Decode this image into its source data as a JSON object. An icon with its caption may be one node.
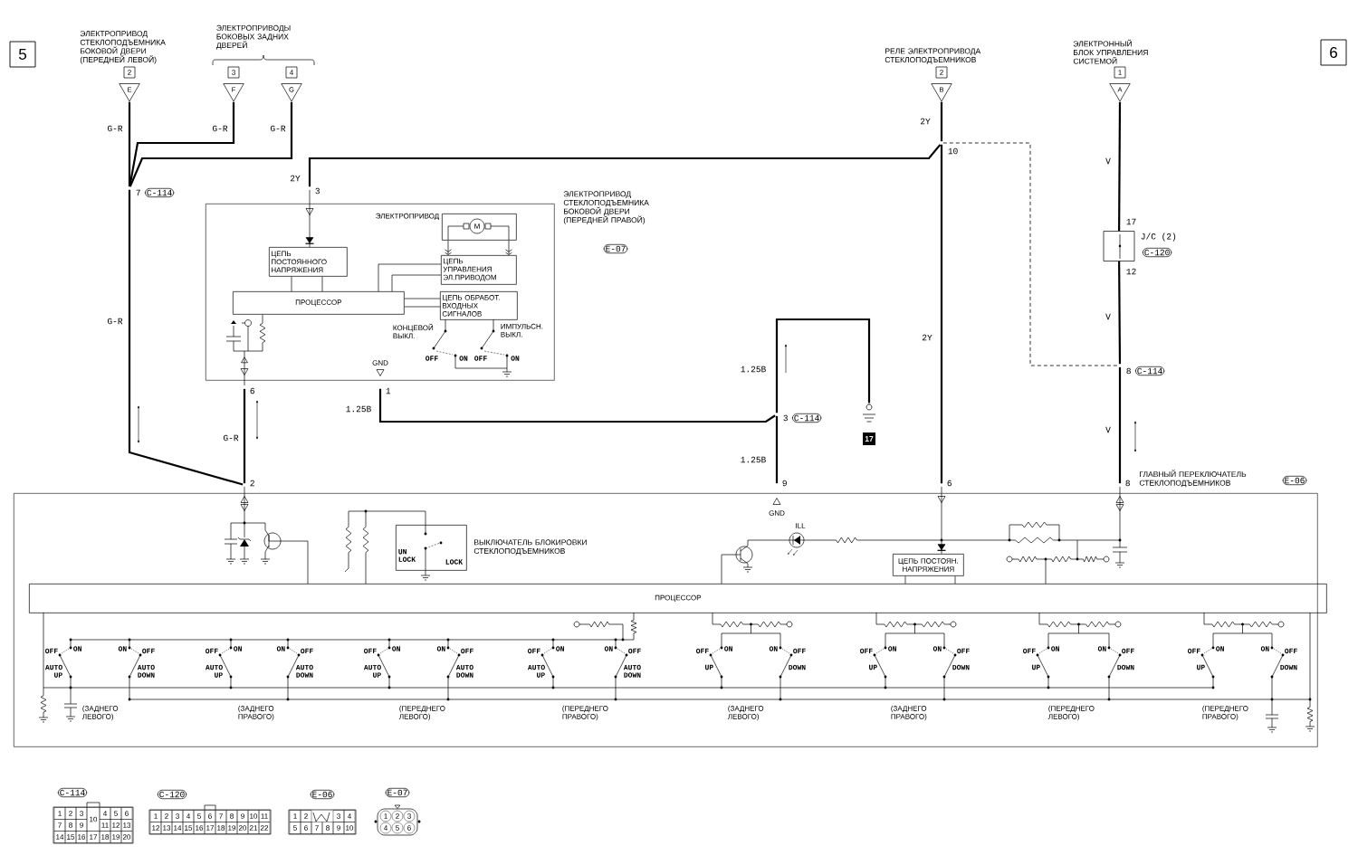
{
  "diagram": {
    "nodes": [
      {
        "text": [
          "5"
        ]
      },
      {
        "text": [
          "6"
        ]
      },
      {
        "text": [
          "ЭЛЕКТРОПРИВОД СТЕКЛОПОДЪЕМНИКА БОКОВОЙ ДВЕРИ (ПЕРЕДНЕЙ ЛЕВОЙ)",
          "2",
          "E"
        ]
      },
      {
        "text": [
          "3",
          "F"
        ]
      },
      {
        "text": [
          "4",
          "G"
        ]
      },
      {
        "text": [
          "РЕЛЕ ЭЛЕКТРОПРИВОДА СТЕКЛОПОДЪЕМНИКОВ",
          "2",
          "B"
        ]
      },
      {
        "text": [
          "ЭЛЕКТРОННЫЙ БЛОК УПРАВЛЕНИЯ СИСТЕМОЙ",
          "1",
          "A"
        ]
      },
      {
        "text": [
          "7",
          "C-114"
        ]
      },
      {
        "text": [
          "10"
        ]
      },
      {
        "text": [
          "ЭЛЕКТРОПРИВОД СТЕКЛОПОДЪЕМНИКА БОКОВОЙ ДВЕРИ (ПЕРЕДНЕЙ ПРАВОЙ)",
          "E-07"
        ]
      },
      {
        "text": [
          "3"
        ]
      },
      {
        "text": [
          "ЭЛЕКТРОПРИВОД",
          "M"
        ],
        "in": 9
      },
      {
        "text": [
          "ЦЕПЬ ПОСТОЯННОГО НАПРЯЖЕНИЯ"
        ],
        "in": 9
      },
      {
        "text": [
          "ЦЕПЬ УПРАВЛЕНИЯ ЭЛ.ПРИВОДОМ"
        ],
        "in": 9
      },
      {
        "text": [
          "ПРОЦЕССОР"
        ],
        "in": 9
      },
      {
        "text": [
          "ЦЕПЬ ОБРАБОТ. ВХОДНЫХ СИГНАЛОВ"
        ],
        "in": 9
      },
      {
        "text": [
          "6"
        ]
      },
      {
        "text": [
          "1"
        ]
      },
      {
        "text": [
          "J/C (2)",
          "C-120"
        ],
        "beside": [
          "17",
          "12"
        ]
      },
      {
        "text": [
          "8",
          "C-114"
        ]
      },
      {
        "text": [
          "3",
          "C-114"
        ]
      },
      {
        "text": [
          "17"
        ]
      },
      {
        "text": [
          "ГЛАВНЫЙ ПЕРЕКЛЮЧАТЕЛЬ СТЕКЛОПОДЪЕМНИКОВ",
          "E-06"
        ]
      },
      {
        "text": [
          "2"
        ]
      },
      {
        "text": [
          "9"
        ]
      },
      {
        "text": [
          "6"
        ]
      },
      {
        "text": [
          "8"
        ]
      },
      {
        "text": [
          "ВЫКЛЮЧАТЕЛЬ БЛОКИРОВКИ СТЕКЛОПОДЪЕМНИКОВ",
          "UN LOCK",
          "LOCK"
        ],
        "in": 22
      },
      {
        "text": [
          "ЦЕПЬ ПОСТОЯН. НАПРЯЖЕНИЯ"
        ],
        "in": 22
      },
      {
        "text": [
          "ПРОЦЕССОР"
        ],
        "in": 22
      }
    ],
    "edges": [
      {
        "from": 2,
        "to": 7,
        "arrow": "none",
        "label": "G-R"
      },
      {
        "from": 3,
        "to": 7,
        "arrow": "none",
        "label": "G-R"
      },
      {
        "from": 4,
        "to": 7,
        "arrow": "none",
        "label": "G-R"
      },
      {
        "from": 7,
        "to": 23,
        "arrow": "none",
        "label": "G-R"
      },
      {
        "from": 16,
        "to": 23,
        "arrow": "none",
        "label": "G-R"
      },
      {
        "from": 5,
        "to": 8,
        "arrow": "none",
        "label": "2Y"
      },
      {
        "from": 8,
        "to": 10,
        "arrow": "none",
        "label": "2Y"
      },
      {
        "from": 8,
        "to": 25,
        "arrow": "none",
        "label": "2Y"
      },
      {
        "from": 8,
        "to": 19,
        "arrow": "none",
        "style": "dashed"
      },
      {
        "from": 6,
        "to": 18,
        "arrow": "none",
        "label": "V"
      },
      {
        "from": 18,
        "to": 19,
        "arrow": "none",
        "label": "V"
      },
      {
        "from": 19,
        "to": 26,
        "arrow": "none",
        "label": "V"
      },
      {
        "from": 17,
        "to": 20,
        "arrow": "none",
        "label": "1.25B"
      },
      {
        "from": 20,
        "to": 21,
        "arrow": "none",
        "label": "1.25B"
      },
      {
        "from": 20,
        "to": 24,
        "arrow": "none",
        "label": "1.25B"
      },
      {
        "from": 10,
        "to": 12,
        "arrow": "to"
      },
      {
        "from": 12,
        "to": 14,
        "arrow": "none"
      },
      {
        "from": 12,
        "to": 14,
        "arrow": "none"
      },
      {
        "from": 14,
        "to": 13,
        "arrow": "none"
      },
      {
        "from": 14,
        "to": 13,
        "arrow": "none"
      },
      {
        "from": 14,
        "to": 15,
        "arrow": "none"
      },
      {
        "from": 14,
        "to": 15,
        "arrow": "none"
      },
      {
        "from": 11,
        "to": 13,
        "arrow": "to"
      },
      {
        "from": 11,
        "to": 13,
        "arrow": "to"
      },
      {
        "from": 28,
        "to": 29,
        "arrow": "none"
      },
      {
        "from": 28,
        "to": 29,
        "arrow": "none"
      },
      {
        "from": 25,
        "to": 28,
        "arrow": "to"
      },
      {
        "from": 27,
        "to": 29,
        "arrow": "none"
      },
      {
        "from": 23,
        "to": 29,
        "arrow": "none"
      },
      {
        "from": 26,
        "to": 29,
        "arrow": "none"
      },
      {
        "from": 16,
        "to": 14,
        "arrow": "to"
      }
    ],
    "labels": [
      "ЭЛЕКТРОПРИВОДЫ БОКОВЫХ ЗАДНИХ ДВЕРЕЙ",
      "КОНЦЕВОЙ ВЫКЛ.",
      "ИМПУЛЬСН. ВЫКЛ.",
      "OFF",
      "ON",
      "OFF",
      "ON",
      "GND",
      "GND",
      "ILL",
      "OFF",
      "ON",
      "ON",
      "OFF",
      "AUTO UP",
      "AUTO DOWN",
      "(ЗАДНЕГО ЛЕВОГО)",
      "OFF",
      "ON",
      "ON",
      "OFF",
      "AUTO UP",
      "AUTO DOWN",
      "(ЗАДНЕГО ПРАВОГО)",
      "OFF",
      "ON",
      "ON",
      "OFF",
      "AUTO UP",
      "AUTO DOWN",
      "(ПЕРЕДНЕГО ЛЕВОГО)",
      "OFF",
      "ON",
      "ON",
      "OFF",
      "AUTO UP",
      "AUTO DOWN",
      "(ПЕРЕДНЕГО ПРАВОГО)",
      "OFF",
      "ON",
      "ON",
      "OFF",
      "UP",
      "DOWN",
      "(ЗАДНЕГО ЛЕВОГО)",
      "OFF",
      "ON",
      "ON",
      "OFF",
      "UP",
      "DOWN",
      "(ЗАДНЕГО ПРАВОГО)",
      "OFF",
      "ON",
      "ON",
      "OFF",
      "UP",
      "DOWN",
      "(ПЕРЕДНЕГО ЛЕВОГО)",
      "OFF",
      "ON",
      "ON",
      "OFF",
      "UP",
      "DOWN",
      "(ПЕРЕДНЕГО ПРАВОГО)",
      "C-114",
      "C-120",
      "E-06",
      "E-07",
      "1",
      "2",
      "3",
      "10",
      "4",
      "5",
      "6",
      "7",
      "8",
      "9",
      "11",
      "12",
      "13",
      "14",
      "15",
      "16",
      "17",
      "18",
      "19",
      "20",
      "1",
      "2",
      "3",
      "4",
      "5",
      "6",
      "7",
      "8",
      "9",
      "10",
      "11",
      "12",
      "13",
      "14",
      "15",
      "16",
      "17",
      "18",
      "19",
      "20",
      "21",
      "22",
      "1",
      "2",
      "3",
      "4",
      "5",
      "6",
      "7",
      "8",
      "9",
      "10",
      "1",
      "2",
      "3",
      "4",
      "5",
      "6"
    ]
  }
}
